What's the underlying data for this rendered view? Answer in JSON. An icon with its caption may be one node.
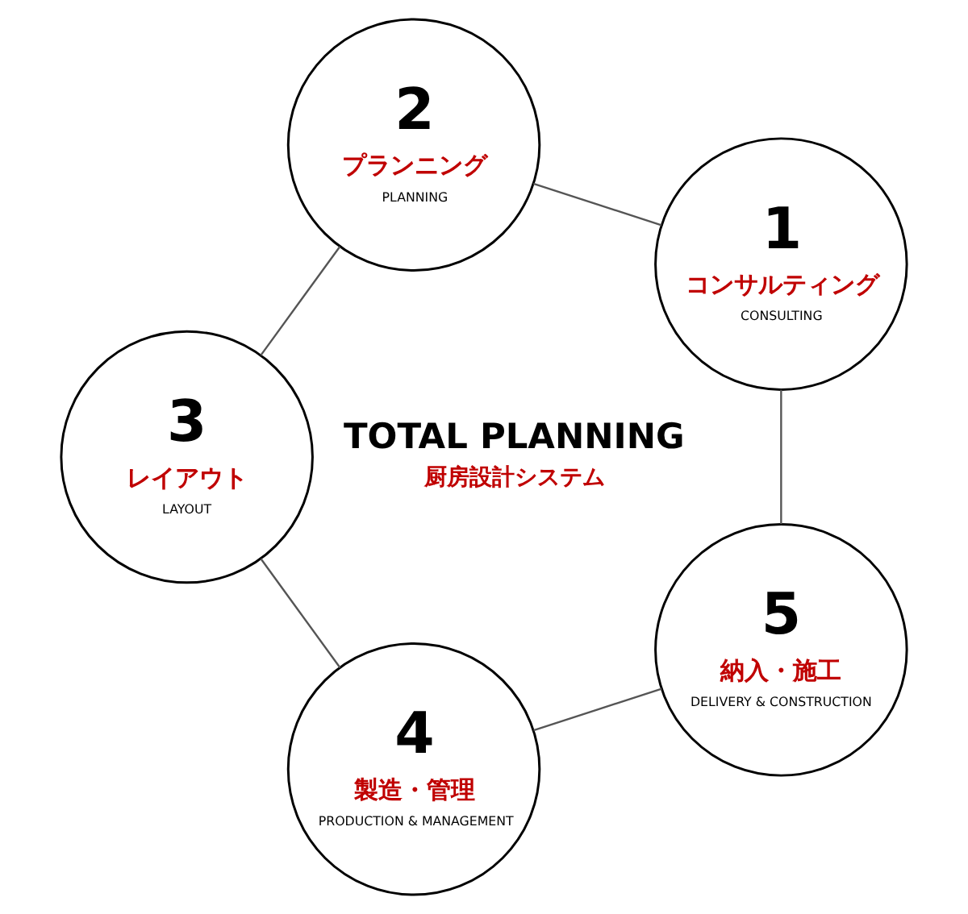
{
  "diagram": {
    "nodes": [
      {
        "text": [
          "1",
          "コンサルティング",
          "CONSULTING"
        ]
      },
      {
        "text": [
          "2",
          "プランニング",
          "PLANNING"
        ]
      },
      {
        "text": [
          "3",
          "レイアウト",
          "LAYOUT"
        ]
      },
      {
        "text": [
          "4",
          "製造・管理",
          "PRODUCTION & MANAGEMENT"
        ]
      },
      {
        "text": [
          "5",
          "納入・施工",
          "DELIVERY & CONSTRUCTION"
        ]
      },
      {
        "text": [
          "TOTAL PLANNING",
          "厨房設計システム"
        ]
      }
    ],
    "edges": [
      {
        "from": 0,
        "to": 1,
        "arrow": "none"
      },
      {
        "from": 1,
        "to": 2,
        "arrow": "none"
      },
      {
        "from": 2,
        "to": 3,
        "arrow": "none"
      },
      {
        "from": 3,
        "to": 4,
        "arrow": "none"
      },
      {
        "from": 4,
        "to": 0,
        "arrow": "none"
      }
    ]
  }
}
